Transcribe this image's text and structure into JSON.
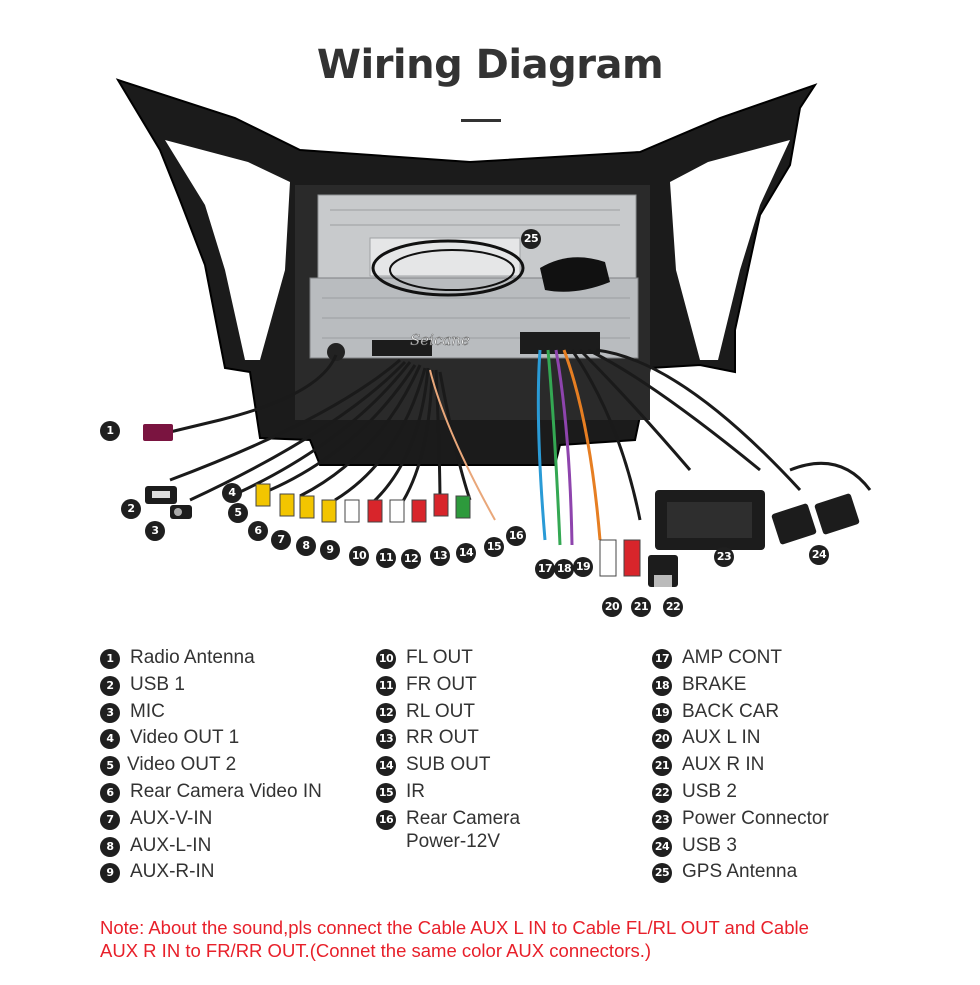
{
  "title": "Wiring Diagram",
  "brand_watermark": "Seicane",
  "callouts": [
    "1",
    "2",
    "3",
    "4",
    "5",
    "6",
    "7",
    "8",
    "9",
    "10",
    "11",
    "12",
    "13",
    "14",
    "15",
    "16",
    "17",
    "18",
    "19",
    "20",
    "21",
    "22",
    "23",
    "24",
    "25"
  ],
  "legend": {
    "col1": [
      {
        "num": "1",
        "label": "Radio Antenna"
      },
      {
        "num": "2",
        "label": "USB 1"
      },
      {
        "num": "3",
        "label": "MIC"
      },
      {
        "num": "4",
        "label": "Video OUT 1"
      },
      {
        "num": "5",
        "label": "Video OUT 2"
      },
      {
        "num": "6",
        "label": "Rear Camera Video IN"
      },
      {
        "num": "7",
        "label": "AUX-V-IN"
      },
      {
        "num": "8",
        "label": "AUX-L-IN"
      },
      {
        "num": "9",
        "label": "AUX-R-IN"
      }
    ],
    "col2": [
      {
        "num": "10",
        "label": "FL OUT"
      },
      {
        "num": "11",
        "label": "FR OUT"
      },
      {
        "num": "12",
        "label": "RL OUT"
      },
      {
        "num": "13",
        "label": "RR OUT"
      },
      {
        "num": "14",
        "label": "SUB OUT"
      },
      {
        "num": "15",
        "label": "IR"
      },
      {
        "num": "16",
        "label": "Rear Camera",
        "label2": "Power-12V"
      }
    ],
    "col3": [
      {
        "num": "17",
        "label": "AMP CONT"
      },
      {
        "num": "18",
        "label": "BRAKE"
      },
      {
        "num": "19",
        "label": "BACK CAR"
      },
      {
        "num": "20",
        "label": "AUX L IN"
      },
      {
        "num": "21",
        "label": "AUX R IN"
      },
      {
        "num": "22",
        "label": "USB 2"
      },
      {
        "num": "23",
        "label": "Power Connector"
      },
      {
        "num": "24",
        "label": "USB 3"
      },
      {
        "num": "25",
        "label": "GPS Antenna"
      }
    ]
  },
  "note_line1": "Note: About the sound,pls connect the Cable AUX L IN to Cable FL/RL OUT and Cable",
  "note_line2": "AUX R IN to  FR/RR OUT.(Connet the same color AUX connectors.)",
  "colors": {
    "note": "#e8202a",
    "badge": "#1f1f1f",
    "text": "#333333"
  }
}
